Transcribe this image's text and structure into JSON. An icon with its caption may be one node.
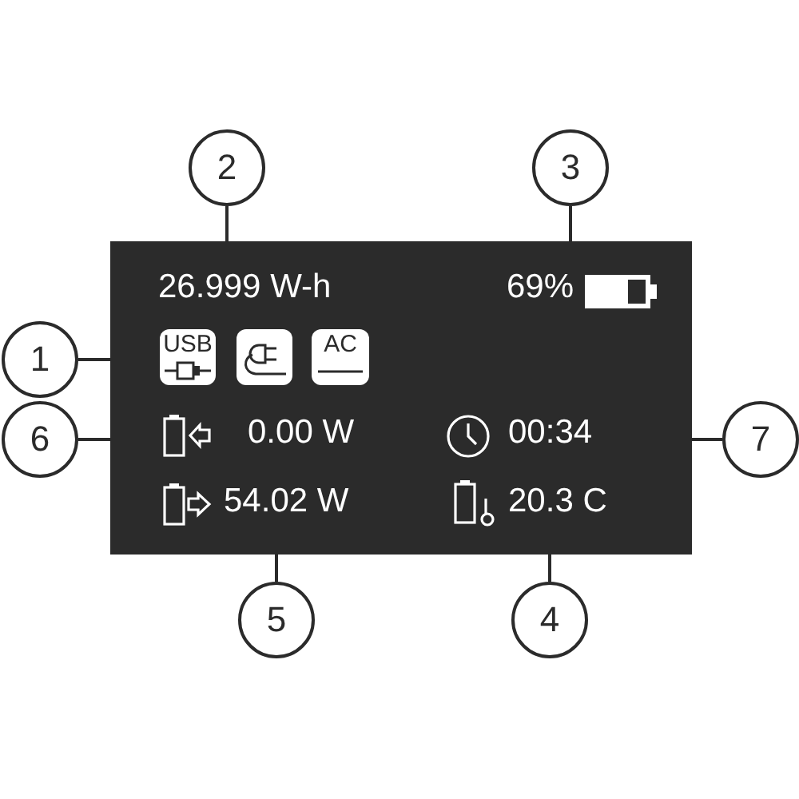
{
  "diagram": {
    "nodes": [
      {
        "text": [],
        "shape": "box"
      },
      {
        "text": [
          "1"
        ]
      },
      {
        "text": [
          "2"
        ]
      },
      {
        "text": [
          "3"
        ]
      },
      {
        "text": [
          "4"
        ]
      },
      {
        "text": [
          "5"
        ]
      },
      {
        "text": [
          "6"
        ]
      },
      {
        "text": [
          "7"
        ]
      },
      {
        "text": [
          "USB"
        ],
        "in": 0
      },
      {
        "text": [],
        "shape": "box",
        "in": 0
      },
      {
        "text": [
          "AC"
        ],
        "in": 0
      }
    ],
    "edges": [
      {
        "from": 1,
        "to": 0,
        "arrow": "none"
      },
      {
        "from": 2,
        "to": 0,
        "arrow": "none"
      },
      {
        "from": 3,
        "to": 0,
        "arrow": "none"
      },
      {
        "from": 4,
        "to": 0,
        "arrow": "none"
      },
      {
        "from": 5,
        "to": 0,
        "arrow": "none"
      },
      {
        "from": 6,
        "to": 0,
        "arrow": "none"
      },
      {
        "from": 7,
        "to": 0,
        "arrow": "none"
      }
    ],
    "labels": [
      "26.999 W-h",
      "69%",
      "0.00 W",
      "00:34",
      "54.02 W",
      "20.3 C"
    ]
  }
}
